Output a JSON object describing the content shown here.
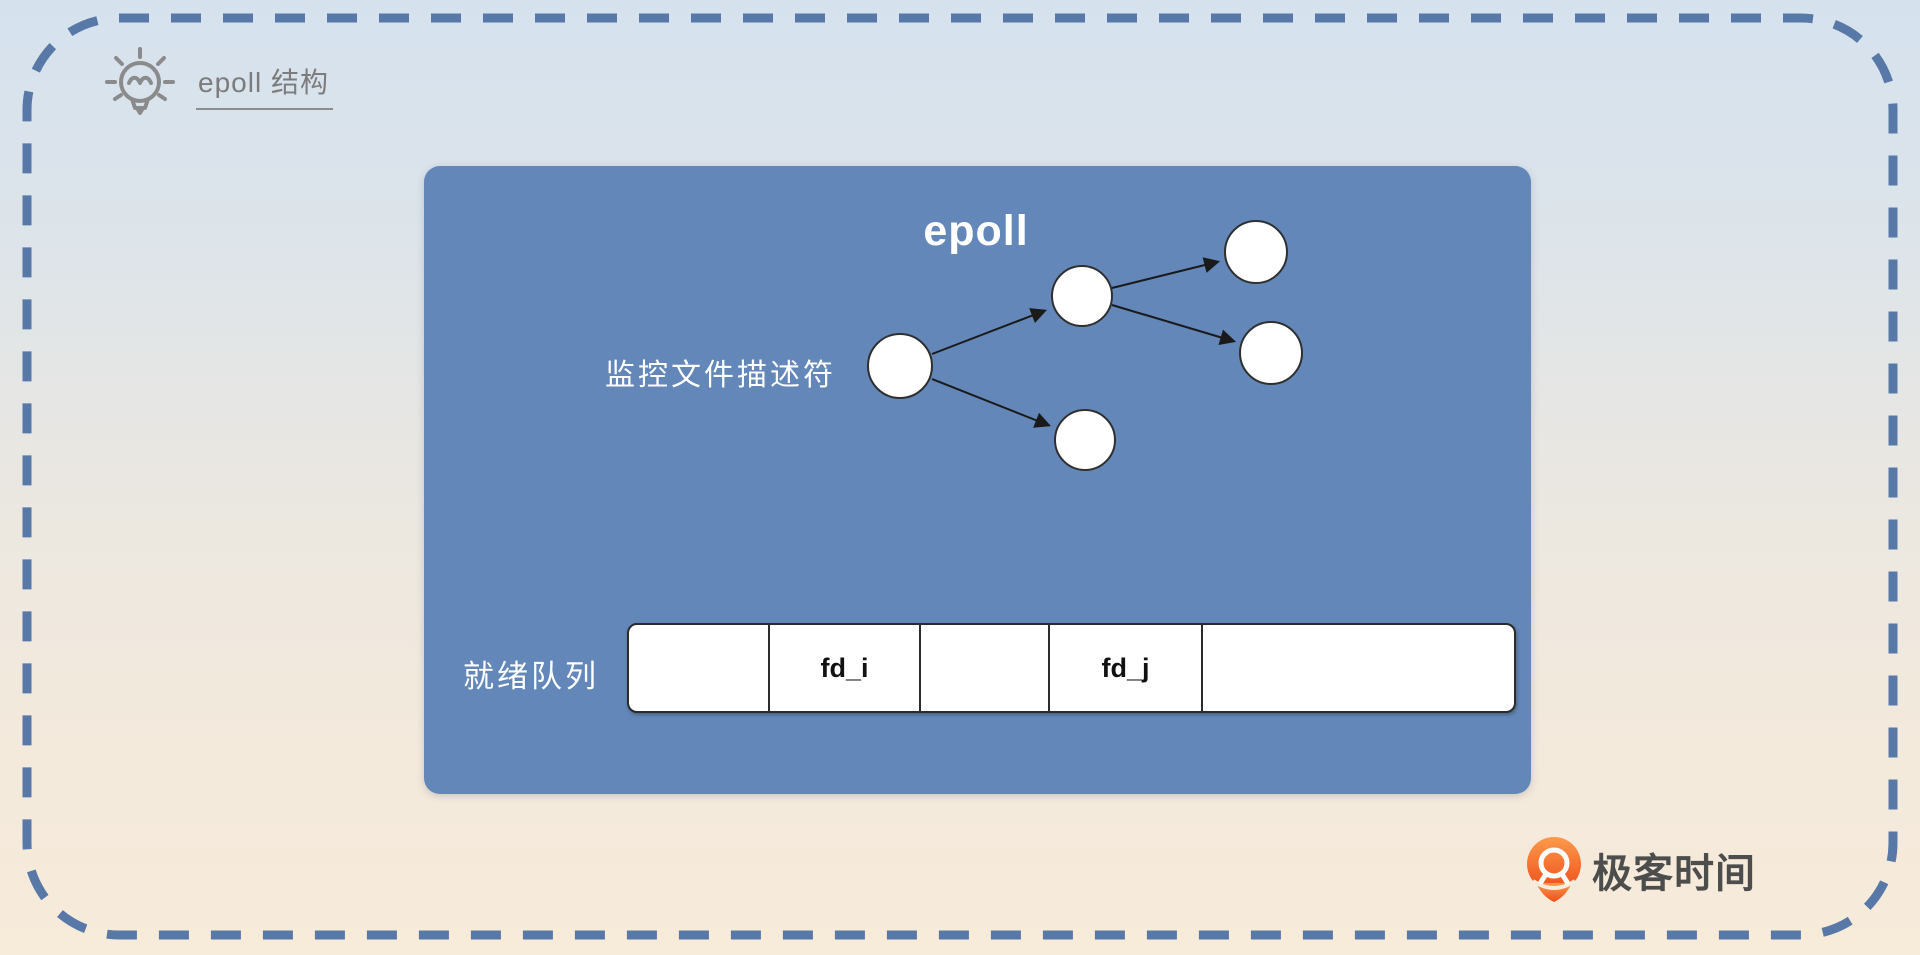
{
  "header": {
    "title": "epoll 结构",
    "icon": "lightbulb-icon"
  },
  "panel": {
    "title": "epoll",
    "tree_label": "监控文件描述符",
    "queue_label": "就绪队列",
    "queue_cells": [
      "",
      "fd_i",
      "",
      "fd_j",
      ""
    ]
  },
  "diagram": {
    "type": "tree",
    "description": "epoll monitored file descriptors tree feeding a ready queue",
    "node_count": 5,
    "nodes": [
      "root",
      "child-upper",
      "child-lower",
      "grandchild-top",
      "grandchild-right"
    ],
    "edges": [
      [
        "root",
        "child-upper"
      ],
      [
        "root",
        "child-lower"
      ],
      [
        "child-upper",
        "grandchild-top"
      ],
      [
        "child-upper",
        "grandchild-right"
      ]
    ]
  },
  "branding": {
    "logo_text": "极客时间"
  },
  "colors": {
    "panel_blue": "#6287b8",
    "frame_dash": "#5878a8",
    "background_top": "#d5e2ee",
    "background_bottom": "#f7ebd9",
    "logo_orange": "#f2541d",
    "header_gray": "#7c7c7c"
  }
}
